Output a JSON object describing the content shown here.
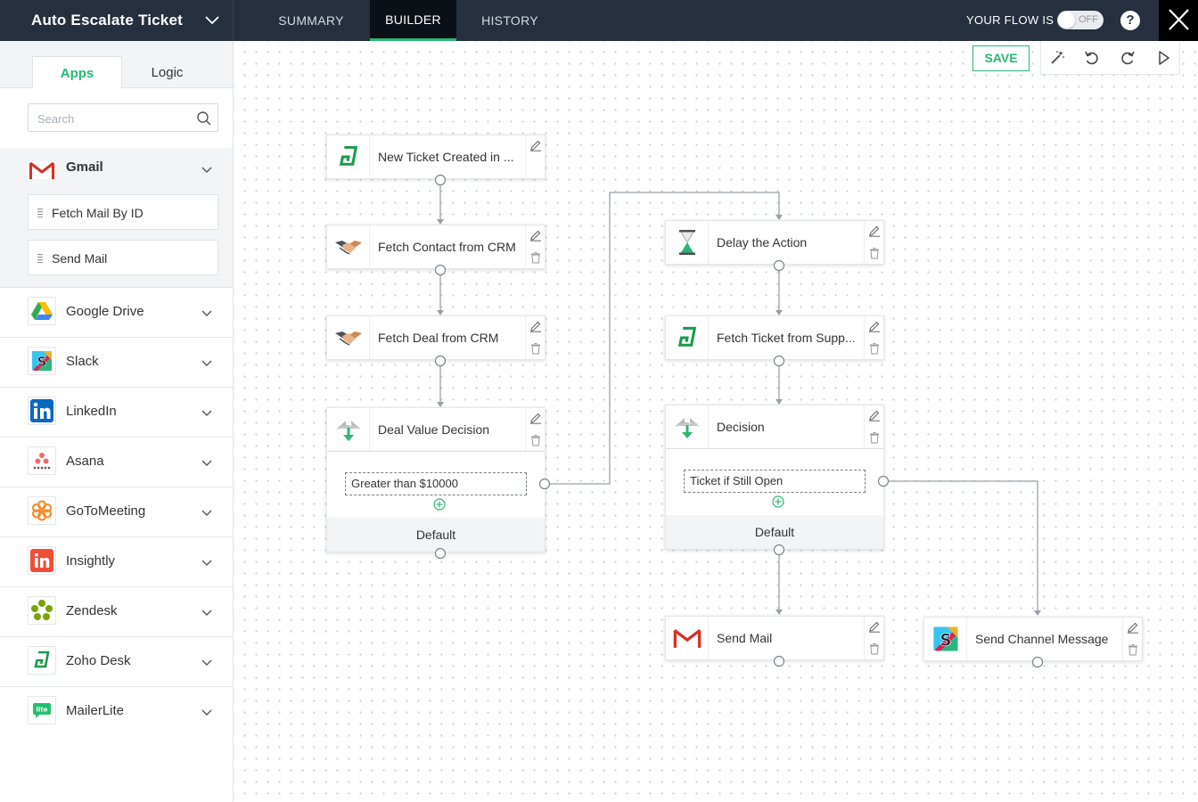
{
  "header": {
    "flow_title": "Auto Escalate Ticket",
    "tabs": [
      {
        "label": "SUMMARY"
      },
      {
        "label": "BUILDER",
        "active": true
      },
      {
        "label": "HISTORY"
      }
    ],
    "flow_status_label": "YOUR FLOW IS",
    "toggle_text": "OFF",
    "help_label": "?"
  },
  "sidebar": {
    "tabs": [
      {
        "label": "Apps",
        "active": true
      },
      {
        "label": "Logic"
      }
    ],
    "search_placeholder": "Search",
    "expanded_app": {
      "name": "Gmail",
      "actions": [
        {
          "label": "Fetch Mail By ID"
        },
        {
          "label": "Send Mail"
        }
      ]
    },
    "apps": [
      {
        "name": "Google Drive",
        "icon": "google-drive-icon"
      },
      {
        "name": "Slack",
        "icon": "slack-icon"
      },
      {
        "name": "LinkedIn",
        "icon": "linkedin-icon"
      },
      {
        "name": "Asana",
        "icon": "asana-icon"
      },
      {
        "name": "GoToMeeting",
        "icon": "gotomeeting-icon"
      },
      {
        "name": "Insightly",
        "icon": "insightly-icon"
      },
      {
        "name": "Zendesk",
        "icon": "zendesk-icon"
      },
      {
        "name": "Zoho Desk",
        "icon": "zoho-desk-icon"
      },
      {
        "name": "MailerLite",
        "icon": "mailerlite-icon"
      }
    ]
  },
  "toolbar": {
    "save_label": "SAVE",
    "tools": [
      "magic-wand-icon",
      "undo-icon",
      "redo-icon",
      "play-icon"
    ]
  },
  "flow": {
    "nodes": {
      "trigger": {
        "label": "New Ticket Created in ...",
        "icon": "zoho-desk-icon"
      },
      "fetch_contact": {
        "label": "Fetch Contact from CRM",
        "icon": "handshake-icon"
      },
      "fetch_deal": {
        "label": "Fetch Deal from CRM",
        "icon": "handshake-icon"
      },
      "deal_decision": {
        "label": "Deal Value Decision",
        "icon": "decision-icon",
        "condition": "Greater than $10000",
        "default_label": "Default"
      },
      "delay": {
        "label": "Delay the Action",
        "icon": "hourglass-icon"
      },
      "fetch_ticket": {
        "label": "Fetch Ticket from Supp...",
        "icon": "zoho-desk-icon"
      },
      "decision": {
        "label": "Decision",
        "icon": "decision-icon",
        "condition": "Ticket if Still Open",
        "default_label": "Default"
      },
      "send_mail": {
        "label": "Send Mail",
        "icon": "gmail-icon"
      },
      "send_channel": {
        "label": "Send Channel Message",
        "icon": "slack-icon"
      }
    }
  },
  "colors": {
    "topbar": "#262f3d",
    "accent": "#2bb673",
    "active_tab": "#0b0f16"
  }
}
